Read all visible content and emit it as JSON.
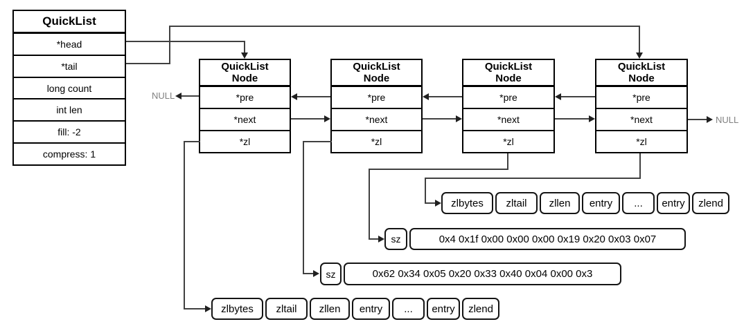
{
  "quicklist": {
    "title": "QuickList",
    "fields": [
      "*head",
      "*tail",
      "long count",
      "int len",
      "fill: -2",
      "compress: 1"
    ]
  },
  "nodes": [
    {
      "title_line1": "QuickList",
      "title_line2": "Node",
      "fields": [
        "*pre",
        "*next",
        "*zl"
      ]
    },
    {
      "title_line1": "QuickList",
      "title_line2": "Node",
      "fields": [
        "*pre",
        "*next",
        "*zl"
      ]
    },
    {
      "title_line1": "QuickList",
      "title_line2": "Node",
      "fields": [
        "*pre",
        "*next",
        "*zl"
      ]
    },
    {
      "title_line1": "QuickList",
      "title_line2": "Node",
      "fields": [
        "*pre",
        "*next",
        "*zl"
      ]
    }
  ],
  "labels": {
    "null_left": "NULL",
    "null_right": "NULL"
  },
  "ziplist_cells": [
    "zlbytes",
    "zltail",
    "zllen",
    "entry",
    "...",
    "entry",
    "zlend"
  ],
  "sz_rows": [
    {
      "label": "sz",
      "hex": "0x4 0x1f 0x00 0x00 0x00 0x19 0x20 0x03 0x07"
    },
    {
      "label": "sz",
      "hex": "0x62 0x34 0x05 0x20 0x33 0x40 0x04 0x00 0x3"
    }
  ],
  "colors": {
    "background": "#ffffff",
    "box_border": "#000000",
    "cell_border": "#141414",
    "connector": "#404040",
    "null_text": "#808080",
    "text": "#000000"
  }
}
